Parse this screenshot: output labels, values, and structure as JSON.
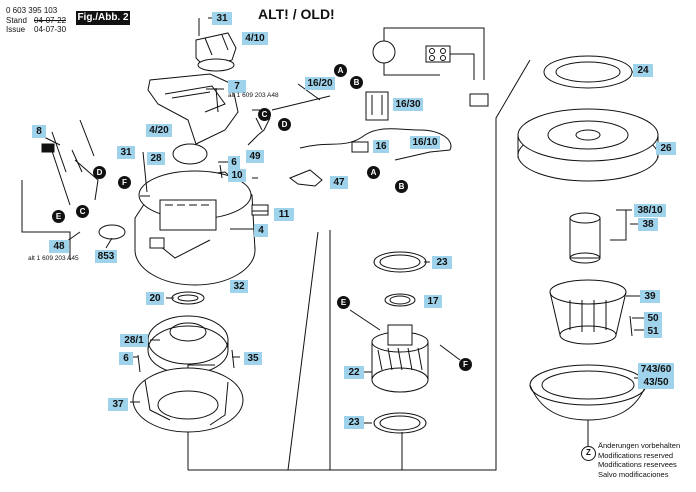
{
  "header": {
    "part_number": "0 603 395 103",
    "stand_label": "Stand",
    "stand_old_date": "04-07-22",
    "issue_label": "Issue",
    "issue_date": "04-07-30",
    "figure": "Fig./Abb. 2",
    "title": "ALT! / OLD!"
  },
  "callouts": {
    "p31a": "31",
    "p4_10": "4/10",
    "p7": "7",
    "p16_20": "16/20",
    "alt_a48": "alt 1 609 203 A48",
    "p4_20": "4/20",
    "p16_30": "16/30",
    "p49": "49",
    "p8": "8",
    "p16": "16",
    "p16_10": "16/10",
    "p31b": "31",
    "p28": "28",
    "p6a": "6",
    "p10": "10",
    "p47": "47",
    "p11": "11",
    "p4": "4",
    "p48": "48",
    "alt_a45": "alt 1 609 203 A45",
    "p853": "853",
    "p32": "32",
    "p20": "20",
    "p28_1": "28/1",
    "p6b": "6",
    "p35": "35",
    "p37": "37",
    "p23a": "23",
    "p17": "17",
    "p22": "22",
    "p23b": "23",
    "p24": "24",
    "p26": "26",
    "p38_10": "38/10",
    "p38": "38",
    "p39": "39",
    "p50": "50",
    "p51": "51",
    "p743_60": "743/60",
    "p43_50": "43/50"
  },
  "markers": {
    "A": "A",
    "B": "B",
    "C": "C",
    "D": "D",
    "E": "E",
    "F": "F",
    "Z": "Z"
  },
  "notes": [
    "Änderungen vorbehalten",
    "Modifications reserved",
    "Modifications reservees",
    "Salvo modificaciones"
  ],
  "colors": {
    "callout_bg": "#9fd3ec",
    "ink": "#111111"
  }
}
